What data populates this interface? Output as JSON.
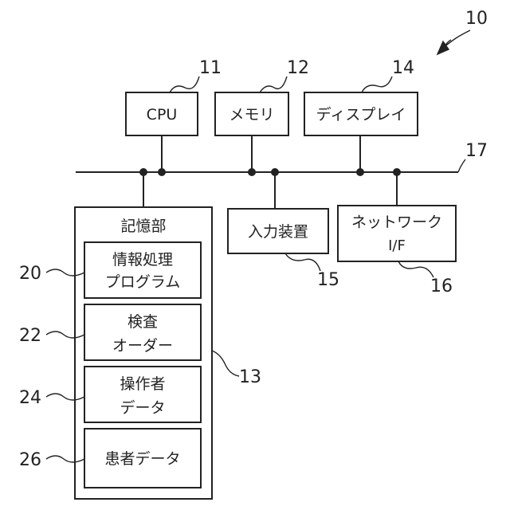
{
  "diagram": {
    "system_ref": "10",
    "components": {
      "cpu": {
        "label": "CPU",
        "ref": "11"
      },
      "memory": {
        "label": "メモリ",
        "ref": "12"
      },
      "display": {
        "label": "ディスプレイ",
        "ref": "14"
      },
      "input_device": {
        "label": "入力装置",
        "ref": "15"
      },
      "network_if": {
        "label_line1": "ネットワーク",
        "label_line2": "I/F",
        "ref": "16"
      },
      "bus": {
        "ref": "17"
      },
      "storage": {
        "label": "記憶部",
        "ref": "13"
      }
    },
    "storage_items": [
      {
        "line1": "情報処理",
        "line2": "プログラム",
        "ref": "20"
      },
      {
        "line1": "検査",
        "line2": "オーダー",
        "ref": "22"
      },
      {
        "line1": "操作者",
        "line2": "データ",
        "ref": "24"
      },
      {
        "line1": "患者データ",
        "line2": "",
        "ref": "26"
      }
    ]
  }
}
